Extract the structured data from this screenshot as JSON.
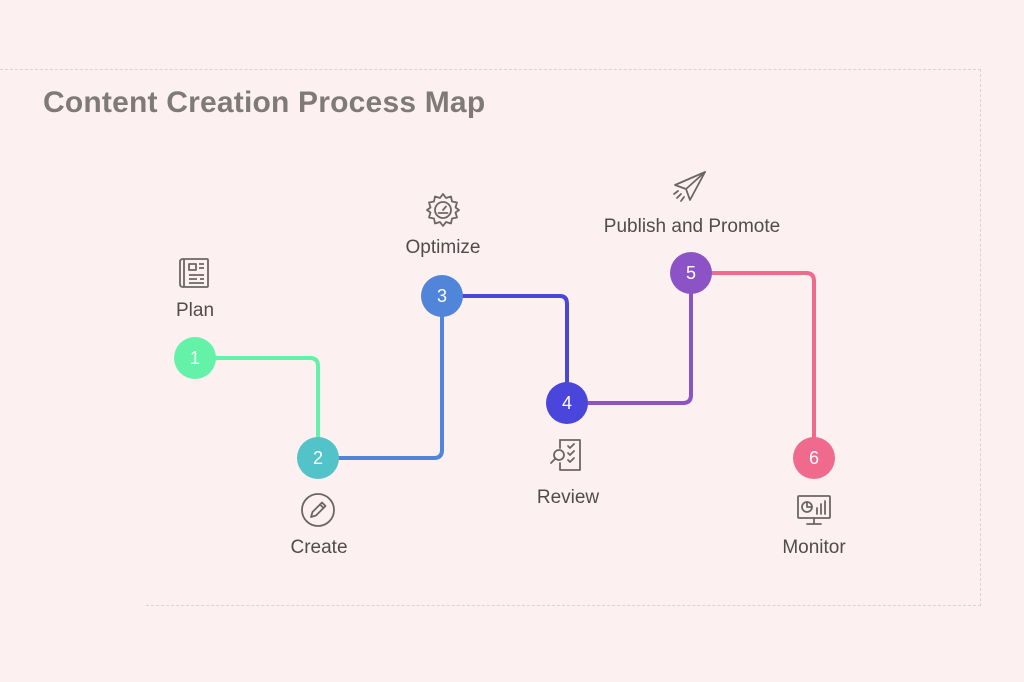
{
  "title": "Content Creation Process Map",
  "steps": [
    {
      "number": "1",
      "label": "Plan",
      "icon": "blueprint-icon",
      "color": "#63f2a8"
    },
    {
      "number": "2",
      "label": "Create",
      "icon": "pencil-icon",
      "color": "#52c3c8"
    },
    {
      "number": "3",
      "label": "Optimize",
      "icon": "gear-icon",
      "color": "#5185d9"
    },
    {
      "number": "4",
      "label": "Review",
      "icon": "review-document-icon",
      "color": "#4a45db"
    },
    {
      "number": "5",
      "label": "Publish and Promote",
      "icon": "paper-plane-icon",
      "color": "#8c53c6"
    },
    {
      "number": "6",
      "label": "Monitor",
      "icon": "monitor-chart-icon",
      "color": "#f06a8e"
    }
  ],
  "colors": {
    "background": "#fdf0f0",
    "title": "#7f7a7a",
    "label": "#514c4c",
    "icon": "#6b6666"
  }
}
